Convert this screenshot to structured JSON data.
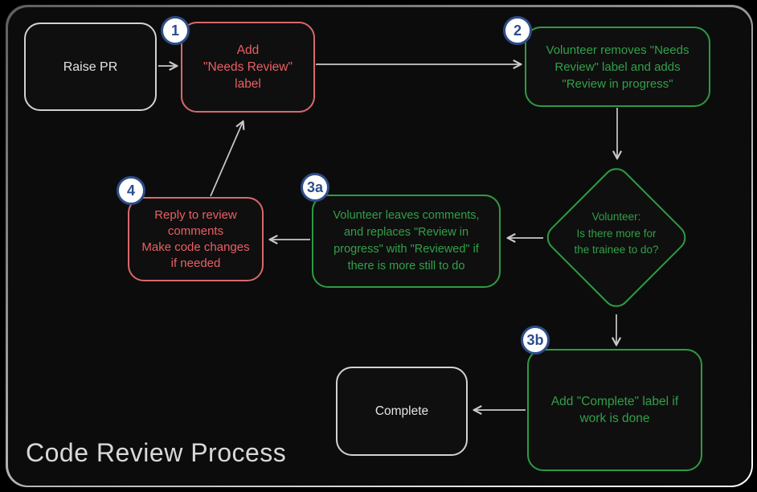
{
  "title": "Code Review Process",
  "colors": {
    "background": "#0c0c0c",
    "frame_border": "#bdbdbd",
    "neutral_node": "#d2d2d2",
    "red_node": "#e05f63",
    "green_node": "#2f9e44",
    "arrow": "#c9c9c9",
    "badge_border": "#2d4e8a",
    "badge_fill": "#ffffff"
  },
  "nodes": {
    "raise_pr": {
      "text": "Raise PR"
    },
    "step1": {
      "badge": "1",
      "text": "Add\n\"Needs Review\"\nlabel"
    },
    "step2": {
      "badge": "2",
      "text": "Volunteer removes \"Needs\nReview\" label and adds\n\"Review in progress\""
    },
    "decision": {
      "text": "Volunteer:\nIs there more for\nthe trainee to do?"
    },
    "step3a": {
      "badge": "3a",
      "text": "Volunteer leaves comments,\nand replaces \"Review in\nprogress\" with \"Reviewed\" if\nthere is more still to do"
    },
    "step3b": {
      "badge": "3b",
      "text": "Add \"Complete\" label if\nwork is done"
    },
    "step4": {
      "badge": "4",
      "text": "Reply to review\ncomments\nMake code changes\nif needed"
    },
    "complete": {
      "text": "Complete"
    }
  },
  "edges": [
    {
      "from": "raise_pr",
      "to": "step1"
    },
    {
      "from": "step1",
      "to": "step2"
    },
    {
      "from": "step2",
      "to": "decision"
    },
    {
      "from": "decision",
      "to": "step3a"
    },
    {
      "from": "step3a",
      "to": "step4"
    },
    {
      "from": "step4",
      "to": "step1"
    },
    {
      "from": "decision",
      "to": "step3b"
    },
    {
      "from": "step3b",
      "to": "complete"
    }
  ]
}
